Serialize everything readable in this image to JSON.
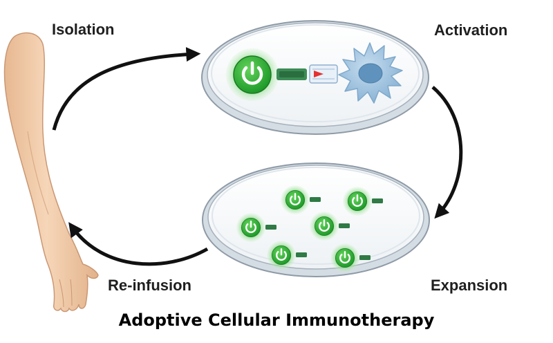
{
  "steps": {
    "isolation": "Isolation",
    "activation": "Activation",
    "expansion": "Expansion",
    "reinfusion": "Re-infusion"
  },
  "caption": "Adoptive Cellular Immunotherapy",
  "icons": {
    "t_cell": "power-button-icon",
    "dendritic_cell": "dendritic-cell-icon",
    "arm": "human-arm-icon",
    "dish": "petri-dish-icon"
  },
  "colors": {
    "t_cell_green": "#3cb83c",
    "t_cell_glow": "#9fe09a",
    "receptor": "#2f7a45",
    "dendritic": "#9ec3df",
    "dendritic_nucleus": "#5f93bd",
    "antigen": "#e53030",
    "skin": "#efcaa6",
    "dish_rim": "#c9d3dc",
    "arrow": "#111111"
  },
  "expansion_cell_count": 6
}
